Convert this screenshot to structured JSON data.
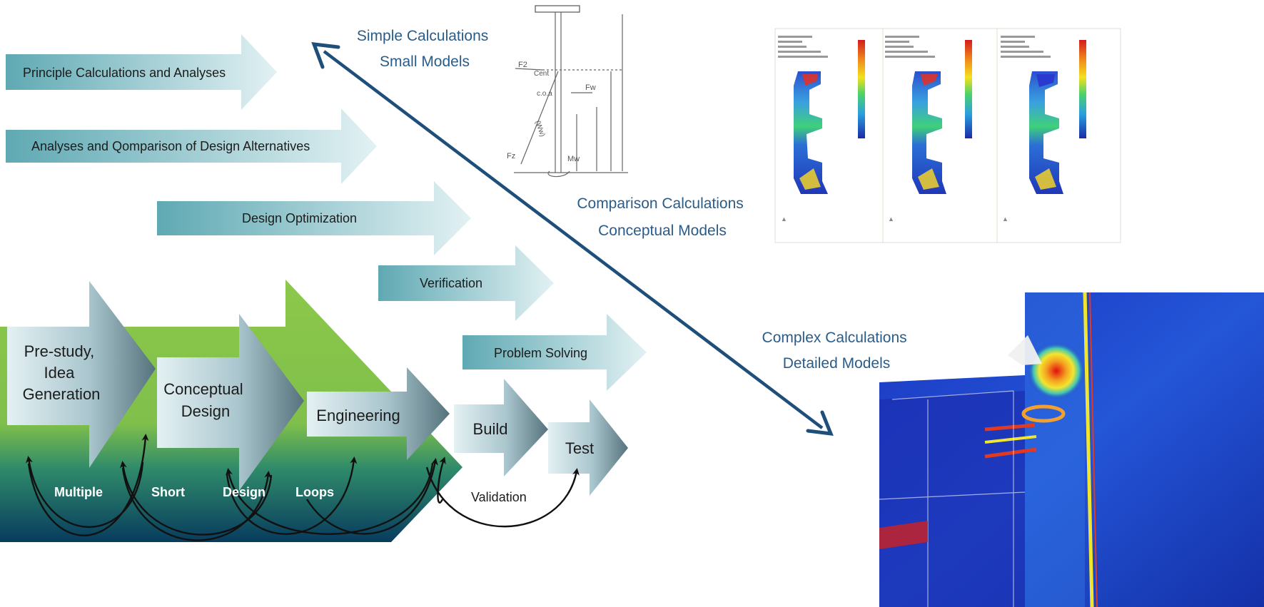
{
  "activities": [
    "Principle Calculations and Analyses",
    "Analyses and Qomparison of Design Alternatives",
    "Design Optimization",
    "Verification",
    "Problem Solving"
  ],
  "phases": {
    "pre_study": [
      "Pre-study,",
      "Idea",
      "Generation"
    ],
    "conceptual": [
      "Conceptual",
      "Design"
    ],
    "engineering": [
      "Engineering"
    ],
    "build": [
      "Build"
    ],
    "test": [
      "Test"
    ]
  },
  "loop_words": [
    "Multiple",
    "Short",
    "Design",
    "Loops"
  ],
  "validation_label": "Validation",
  "model_levels": {
    "simple": [
      "Simple Calculations",
      "Small Models"
    ],
    "comparison": [
      "Comparison Calculations",
      "Conceptual Models"
    ],
    "complex": [
      "Complex Calculations",
      "Detailed Models"
    ]
  },
  "sketch_labels": [
    "F2",
    "Cent",
    "c.o.a",
    "Fw",
    "Mw",
    "Fz",
    "(Ww)"
  ],
  "colors": {
    "teal_dark": "#5fa9b3",
    "teal_light": "#dff0f2",
    "green": "#8cc63f",
    "navy": "#0d3b5c",
    "diagonal_arrow": "#1e4f7a",
    "caption_text": "#2a5c8a"
  }
}
